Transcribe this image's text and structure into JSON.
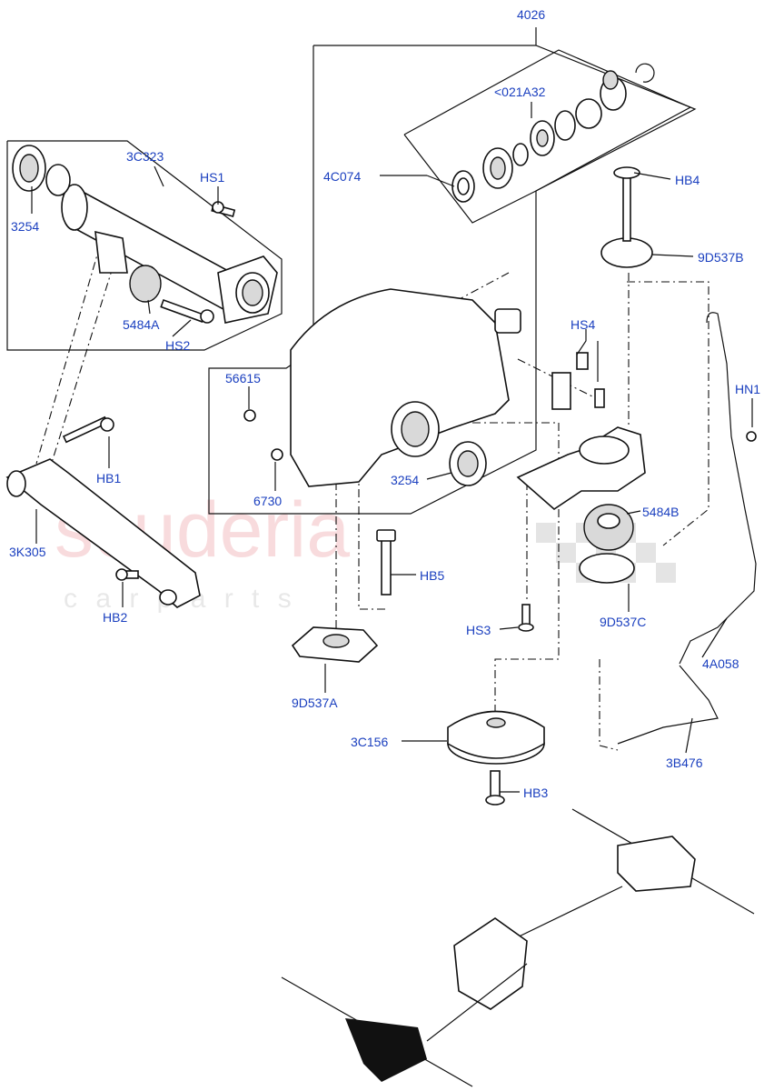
{
  "watermark": {
    "brand": "scuderia",
    "sub": "c a r   p a r t s"
  },
  "callouts": {
    "top_assembly": "4026",
    "seal_kit": "<021A32",
    "bearing_assy": "4C074",
    "tube": "3C323",
    "hs1": "HS1",
    "seal_left": "3254",
    "bushing_a": "5484A",
    "hs2": "HS2",
    "hb4": "HB4",
    "mount_b": "9D537B",
    "hs4": "HS4",
    "hn1": "HN1",
    "plug": "56615",
    "bolt_small": "6730",
    "seal_right": "3254",
    "bushing_b": "5484B",
    "hb1": "HB1",
    "crossmember": "3K305",
    "hb5": "HB5",
    "hb2": "HB2",
    "hs3": "HS3",
    "mount_c": "9D537C",
    "vent_pipe": "4A058",
    "mount_a": "9D537A",
    "damper": "3C156",
    "vent_hose": "3B476",
    "hb3": "HB3"
  }
}
